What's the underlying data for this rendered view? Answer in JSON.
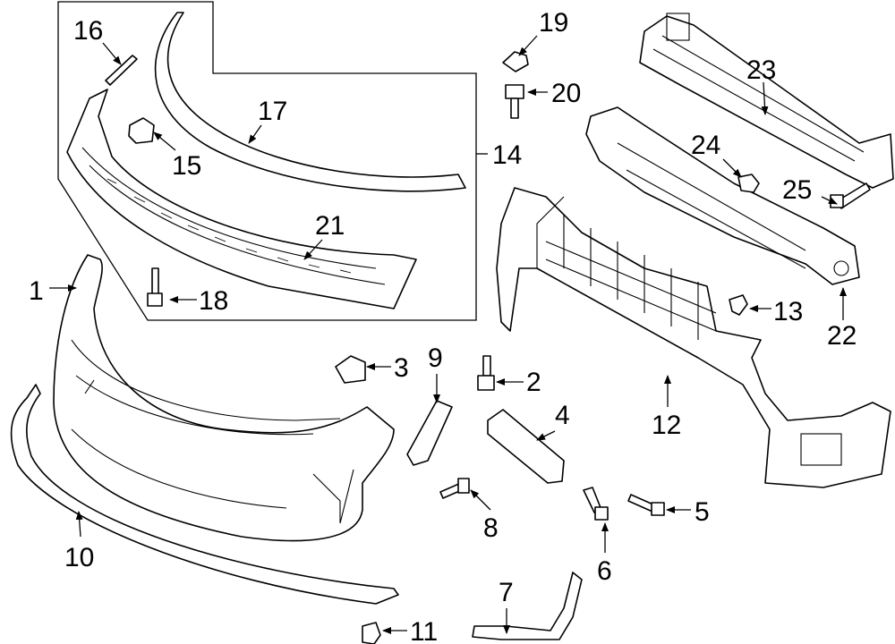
{
  "callouts": {
    "p1": "1",
    "p2": "2",
    "p3": "3",
    "p4": "4",
    "p5": "5",
    "p6": "6",
    "p7": "7",
    "p8": "8",
    "p9": "9",
    "p10": "10",
    "p11": "11",
    "p12": "12",
    "p13": "13",
    "p14": "14",
    "p15": "15",
    "p16": "16",
    "p17": "17",
    "p18": "18",
    "p19": "19",
    "p20": "20",
    "p21": "21",
    "p22": "22",
    "p23": "23",
    "p24": "24",
    "p25": "25"
  },
  "colors": {
    "line": "#000000",
    "background": "#ffffff"
  }
}
